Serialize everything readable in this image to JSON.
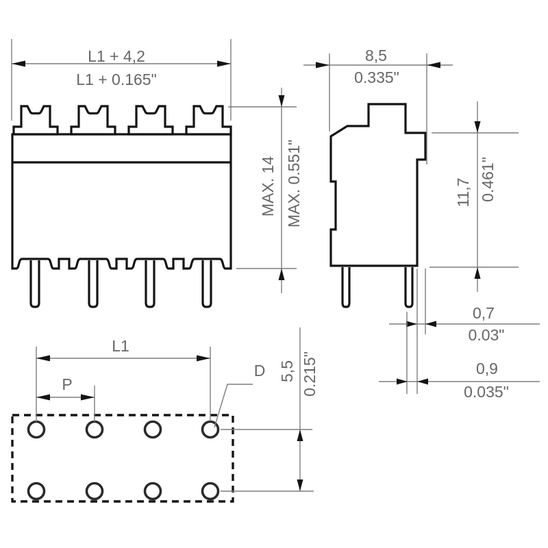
{
  "drawing": {
    "type": "technical-dimension-drawing",
    "colors": {
      "outline": "#141414",
      "dimension_lines": "#7d7d7d",
      "dimension_text": "#666666",
      "background": "#ffffff"
    },
    "front_view": {
      "width_mm": "L1 + 4,2",
      "width_in": "L1 + 0.165\"",
      "height_mm": "MAX. 14",
      "height_in": "MAX. 0.551\""
    },
    "side_view": {
      "width_mm": "8,5",
      "width_in": "0.335\"",
      "height_mm": "11,7",
      "height_in": "0.461\"",
      "step_mm": "0,7",
      "step_in": "0.03\"",
      "pin_mm": "0,9",
      "pin_in": "0.035\""
    },
    "footprint_view": {
      "length_label": "L1",
      "pitch_label": "P",
      "hole_label": "D",
      "row_spacing_mm": "5,5",
      "row_spacing_in": "0.215\""
    }
  }
}
